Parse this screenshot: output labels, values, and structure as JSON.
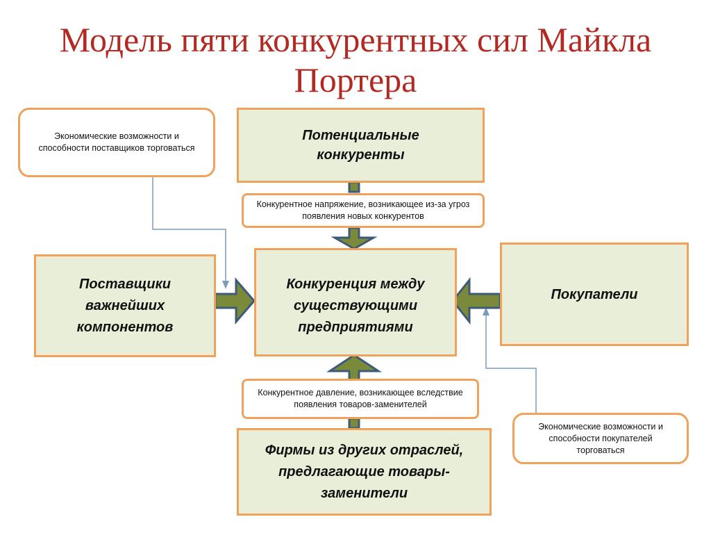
{
  "title": "Модель пяти конкурентных сил Майкла Портера",
  "boxes": {
    "potential": "Потенциальные конкуренты",
    "suppliers": "Поставщики важнейших компонентов",
    "center": "Конкуренция между существующими предприятиями",
    "buyers": "Покупатели",
    "substitutes": "Фирмы из других отраслей, предлагающие товары-заменители"
  },
  "notes": {
    "supplier_power": "Экономические возможности и способности поставщиков торговаться",
    "new_entrants_threat": "Конкурентное напряжение, возникающее из-за угроз появления новых конкурентов",
    "substitutes_pressure": "Конкурентное давление, возникающее вследствие появления товаров-заменителей",
    "buyer_power": "Экономические возможности и способности покупателей торговаться"
  },
  "colors": {
    "title": "#b22a22",
    "box_fill": "#e9eed9",
    "border": "#f0a15a",
    "arrow_fill": "#7a8a3a",
    "arrow_stroke": "#3c5a7a",
    "connector": "#7a9ac0"
  }
}
